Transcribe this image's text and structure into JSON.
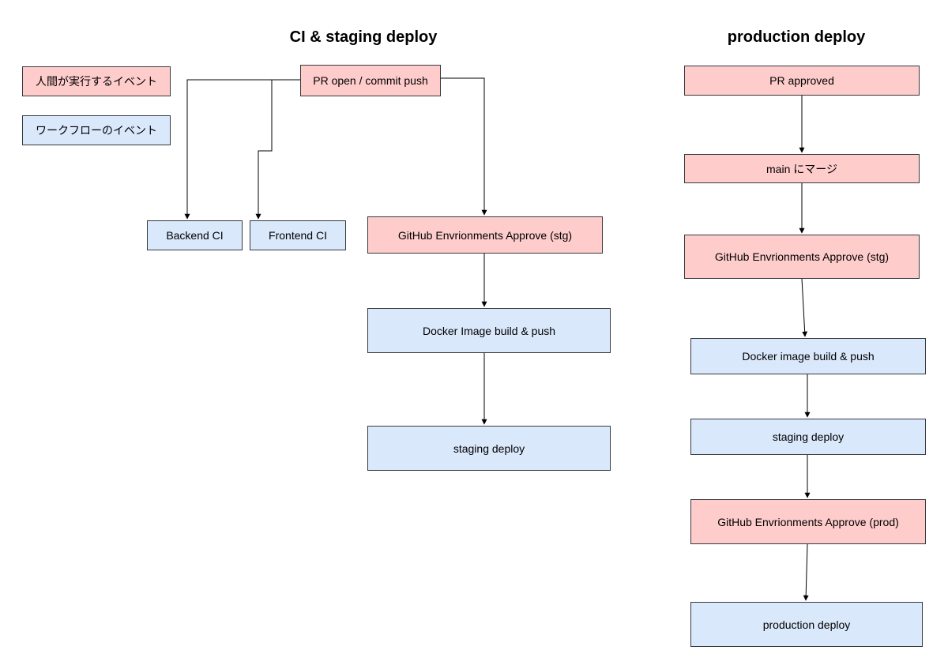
{
  "titles": {
    "ci_staging": "CI & staging deploy",
    "production": "production deploy"
  },
  "legend": {
    "human_event": "人間が実行するイベント",
    "workflow_event": "ワークフローのイベント"
  },
  "colors": {
    "human_event": "#ffcccc",
    "workflow_event": "#dae8fc",
    "border": "#36393d"
  },
  "staging_flow": {
    "trigger": "PR open / commit push",
    "backend_ci": "Backend CI",
    "frontend_ci": "Frontend CI",
    "approve": "GitHub Envrionments Approve (stg)",
    "docker_build": "Docker Image build & push",
    "deploy": "staging deploy"
  },
  "production_flow": {
    "pr_approved": "PR approved",
    "merge_main": "main にマージ",
    "approve_stg": "GitHub Envrionments Approve (stg)",
    "docker_build": "Docker image build & push",
    "staging_deploy": "staging deploy",
    "approve_prod": "GitHub Envrionments Approve (prod)",
    "production_deploy": "production deploy"
  }
}
